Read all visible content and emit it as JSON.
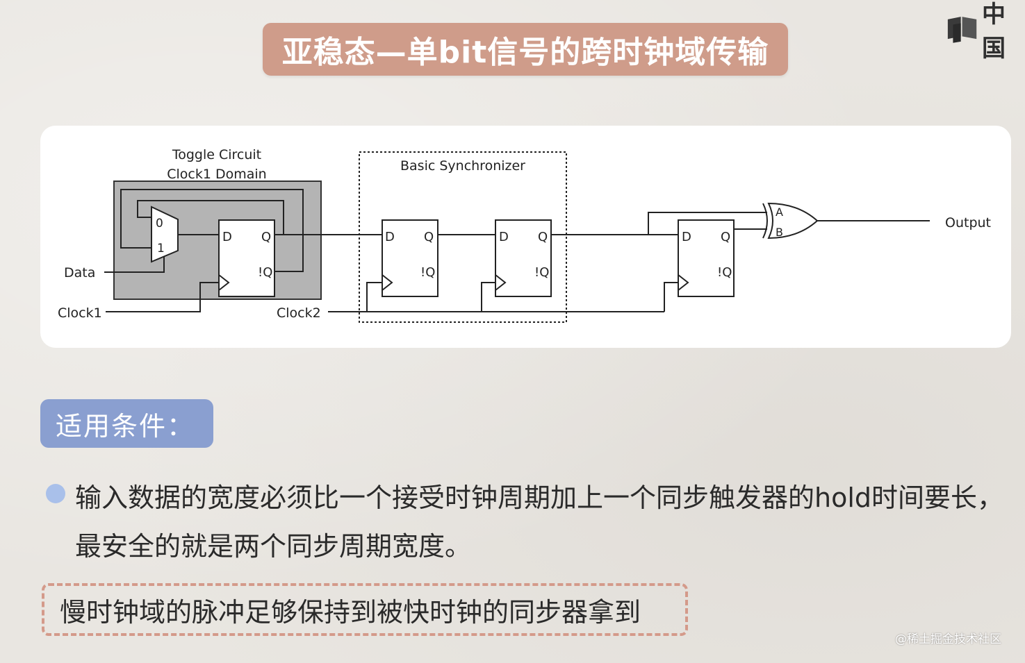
{
  "logo": {
    "text": "中国"
  },
  "title": "亚稳态—单bit信号的跨时钟域传输",
  "diagram": {
    "toggle_title_line1": "Toggle Circuit",
    "toggle_title_line2": "Clock1 Domain",
    "sync_title": "Basic Synchronizer",
    "mux_in0": "0",
    "mux_in1": "1",
    "ff_d": "D",
    "ff_q": "Q",
    "ff_nq": "!Q",
    "xor_a": "A",
    "xor_b": "B",
    "data_label": "Data",
    "clock1_label": "Clock1",
    "clock2_label": "Clock2",
    "output_label": "Output"
  },
  "conditions_label": "适用条件：",
  "bullet_text": "输入数据的宽度必须比一个接受时钟周期加上一个同步触发器的hold时间要长，最安全的就是两个同步周期宽度。",
  "note_text": "慢时钟域的脉冲足够保持到被快时钟的同步器拿到",
  "watermark": "@稀土掘金技术社区",
  "colors": {
    "title_bg": "#cf9c8a",
    "label_bg": "#8a9fd0",
    "bullet": "#a9c0ea",
    "dash_border": "#d49a8a"
  }
}
